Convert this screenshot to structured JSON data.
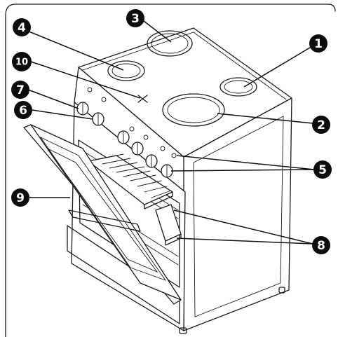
{
  "callouts": [
    {
      "id": "1",
      "label": "1"
    },
    {
      "id": "2",
      "label": "2"
    },
    {
      "id": "3",
      "label": "3"
    },
    {
      "id": "4",
      "label": "4"
    },
    {
      "id": "5",
      "label": "5"
    },
    {
      "id": "6",
      "label": "6"
    },
    {
      "id": "7",
      "label": "7"
    },
    {
      "id": "8",
      "label": "8"
    },
    {
      "id": "9",
      "label": "9"
    },
    {
      "id": "10",
      "label": "10"
    }
  ],
  "colors": {
    "ink": "#1a1a1a",
    "badge": "#0d0d0d",
    "badge_text": "#ffffff",
    "background": "#ffffff"
  }
}
